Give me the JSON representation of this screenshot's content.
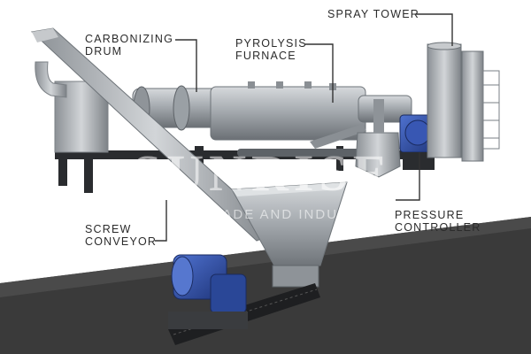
{
  "labels": {
    "carbonizing_drum": "CARBONIZING\nDRUM",
    "pyrolysis_furnace": "PYROLYSIS\nFURNACE",
    "spray_tower": "SPRAY TOWER",
    "pressure_controller": "PRESSURE\nCONTROLLER",
    "screw_conveyor": "SCREW\nCONVEYOR"
  },
  "watermark": {
    "brand": "SUNRISE",
    "tagline": "GLOBAL TRADE AND INDUSTRY"
  },
  "colors": {
    "steel": "#a9aeb3",
    "steel_dark": "#6d7378",
    "frame": "#2a2c2f",
    "motor_blue": "#2f4fa8",
    "floor": "#3c3c3c",
    "leader_line": "#333333"
  }
}
